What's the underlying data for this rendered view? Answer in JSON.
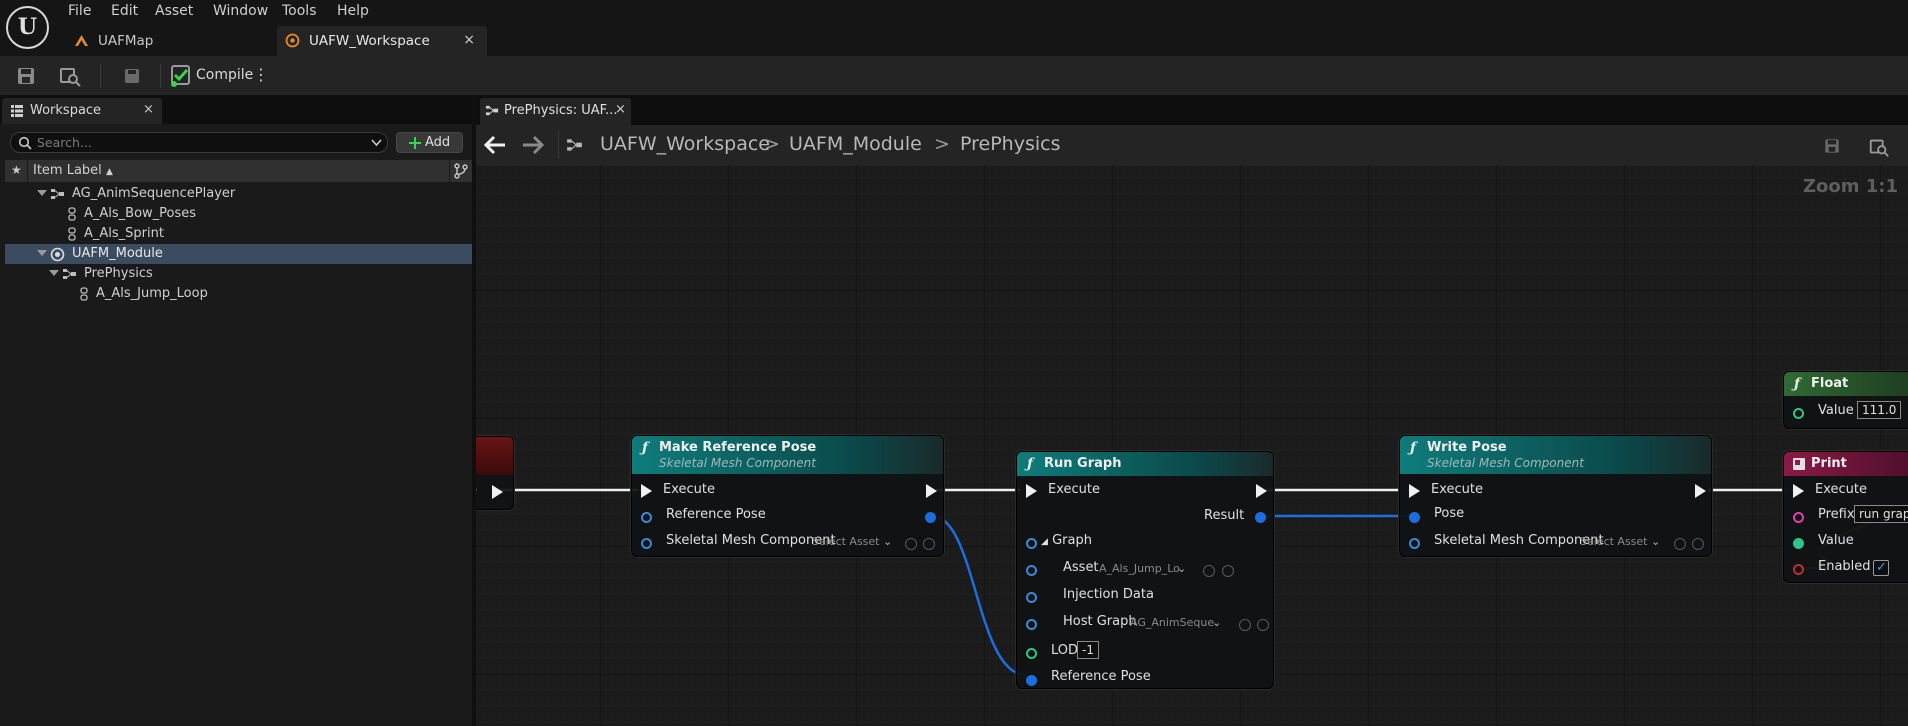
{
  "menu": {
    "items": [
      "File",
      "Edit",
      "Asset",
      "Window",
      "Tools",
      "Help"
    ],
    "logo": "U"
  },
  "doc_tabs": [
    {
      "label": "UAFMap",
      "icon": "map-icon",
      "active": false
    },
    {
      "label": "UAFW_Workspace",
      "icon": "workspace-asset-icon",
      "active": true,
      "close": "×"
    }
  ],
  "toolbar": {
    "compile_label": "Compile",
    "kebab": "⋮"
  },
  "workspace": {
    "tab_label": "Workspace",
    "close": "×",
    "search_placeholder": "Search...",
    "add_label": "Add",
    "header": {
      "star": "★",
      "item_label": "Item Label",
      "sort": "▲"
    },
    "tree": [
      {
        "label": "AG_AnimSequencePlayer",
        "icon": "anim-graph-icon",
        "expanded": true,
        "selected": false
      },
      {
        "label": "A_Als_Bow_Poses",
        "icon": "anim-sequence-icon",
        "selected": false
      },
      {
        "label": "A_Als_Sprint",
        "icon": "anim-sequence-icon",
        "selected": false
      },
      {
        "label": "UAFM_Module",
        "icon": "module-icon",
        "expanded": true,
        "selected": true
      },
      {
        "label": "PrePhysics",
        "icon": "anim-graph-icon",
        "expanded": true,
        "selected": false
      },
      {
        "label": "A_Als_Jump_Loop",
        "icon": "anim-sequence-icon",
        "selected": false
      }
    ]
  },
  "graph": {
    "tab_label": "PrePhysics: UAF...",
    "close": "×",
    "breadcrumbs": [
      "UAFW_Workspace",
      "UAFM_Module",
      "PrePhysics"
    ],
    "crumb_sep": ">",
    "zoom": "Zoom 1:1",
    "nodes": {
      "make_ref_pose": {
        "title": "Make Reference Pose",
        "subtitle": "Skeletal Mesh Component",
        "pins": [
          "Execute",
          "Reference Pose",
          "Skeletal Mesh Component"
        ],
        "select_asset": "Select Asset"
      },
      "run_graph": {
        "title": "Run Graph",
        "pins": {
          "execute": "Execute",
          "result": "Result",
          "graph": "Graph",
          "asset": "Asset",
          "asset_value": "A_Als_Jump_Lo",
          "injection": "Injection Data",
          "host_graph": "Host Graph",
          "host_graph_value": "AG_AnimSeque",
          "lod": "LOD",
          "lod_value": "-1",
          "reference_pose": "Reference Pose"
        }
      },
      "write_pose": {
        "title": "Write Pose",
        "subtitle": "Skeletal Mesh Component",
        "pins": [
          "Execute",
          "Pose",
          "Skeletal Mesh Component"
        ],
        "select_asset": "Select Asset"
      },
      "float": {
        "title": "Float",
        "value_label": "Value",
        "value": "111.0"
      },
      "print": {
        "title": "Print",
        "pins": [
          "Execute",
          "Prefix",
          "Value",
          "Enabled"
        ],
        "prefix_value": "run grap",
        "enabled_check": "✓"
      },
      "clipped_left": {
        "pin_label": "e"
      }
    }
  },
  "colors": {
    "accent_teal": "#0e7c7a",
    "print_header": "#8a1a46",
    "float_header": "#2a5a30",
    "exec_pin": "#f0f0f0",
    "struct_pin": "#1c6ee0",
    "selection": "#3b4b60"
  }
}
